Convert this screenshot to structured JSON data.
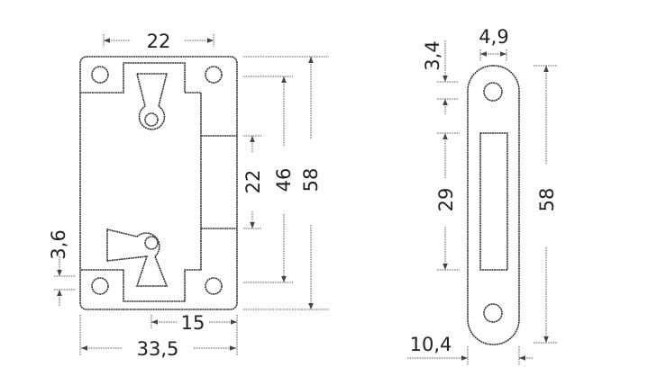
{
  "lock": {
    "dim_top_width": "22",
    "dim_total_height": "58",
    "dim_hole_spacing": "46",
    "dim_bolt_height": "22",
    "dim_edge_offset": "3,6",
    "dim_bolt_depth": "15",
    "dim_total_width": "33,5"
  },
  "strike_plate": {
    "dim_hole_offset": "3,4",
    "dim_hole_diameter": "4,9",
    "dim_slot_height": "29",
    "dim_total_height": "58",
    "dim_width": "10,4"
  }
}
